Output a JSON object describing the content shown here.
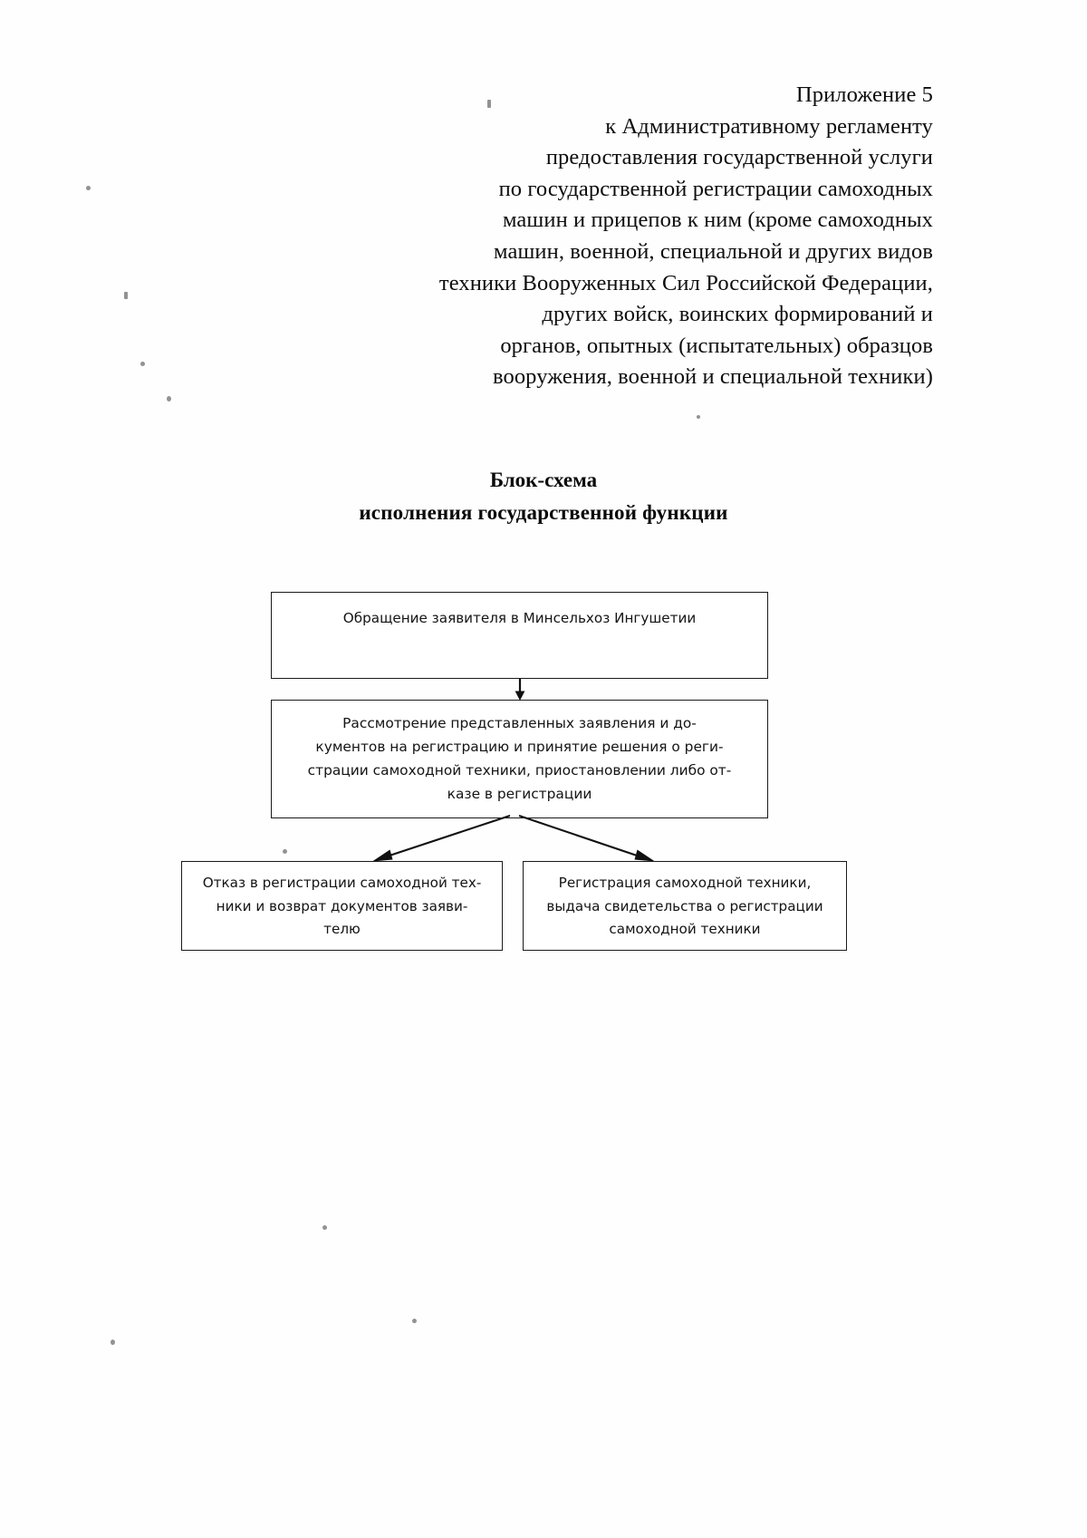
{
  "document": {
    "header_lines": [
      "Приложение 5",
      "к Административному регламенту",
      "предоставления государственной услуги",
      "по государственной регистрации самоходных",
      "машин и прицепов к ним (кроме самоходных",
      "машин, военной, специальной и других видов",
      "техники Вооруженных Сил Российской Федерации,",
      "других войск, воинских формирований и",
      "органов, опытных (испытательных) образцов",
      "вооружения, военной и специальной техники)"
    ],
    "title_line_1": "Блок-схема",
    "title_line_2": "исполнения государственной функции"
  },
  "flowchart": {
    "type": "flowchart",
    "orientation": "top-down",
    "nodes": [
      {
        "id": "request",
        "lines": [
          "Обращение заявителя в Минсельхоз Ингушетии"
        ]
      },
      {
        "id": "review",
        "lines": [
          "Рассмотрение представленных  заявления и  до-",
          "кументов на регистрацию и принятие решения о реги-",
          "страции самоходной техники, приостановлении либо от-",
          "казе в регистрации"
        ]
      },
      {
        "id": "refusal",
        "lines": [
          "Отказ в  регистрации самоходной тех-",
          "ники и возврат документов заяви-",
          "телю"
        ]
      },
      {
        "id": "registration",
        "lines": [
          "Регистрация самоходной техники,",
          "выдача свидетельства о регистрации",
          "самоходной техники"
        ]
      }
    ],
    "edges": [
      {
        "from": "request",
        "to": "review",
        "style": "straight-arrow-down"
      },
      {
        "from": "review",
        "to": "refusal",
        "style": "diagonal-arrow-left"
      },
      {
        "from": "review",
        "to": "registration",
        "style": "diagonal-arrow-right"
      }
    ],
    "colors": {
      "border": "#1a1a1a",
      "background": "#ffffff",
      "text": "#141414"
    }
  }
}
